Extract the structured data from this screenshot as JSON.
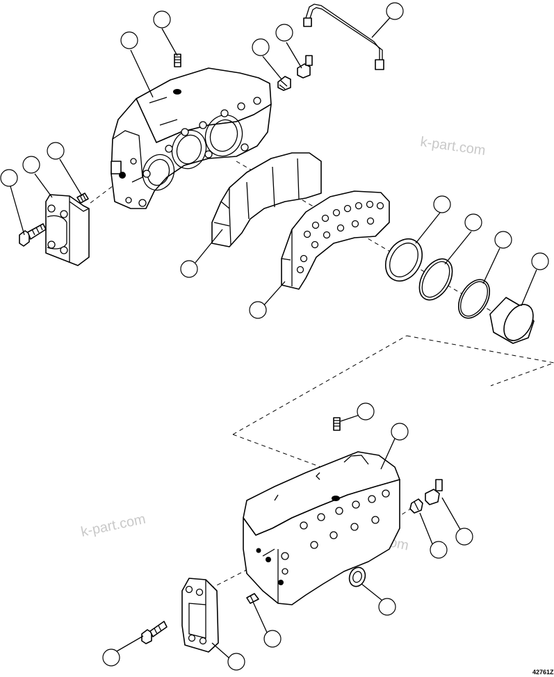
{
  "diagram": {
    "drawing_code": "42761Z",
    "watermark_text": "k-part.com",
    "callout_count": 22
  }
}
